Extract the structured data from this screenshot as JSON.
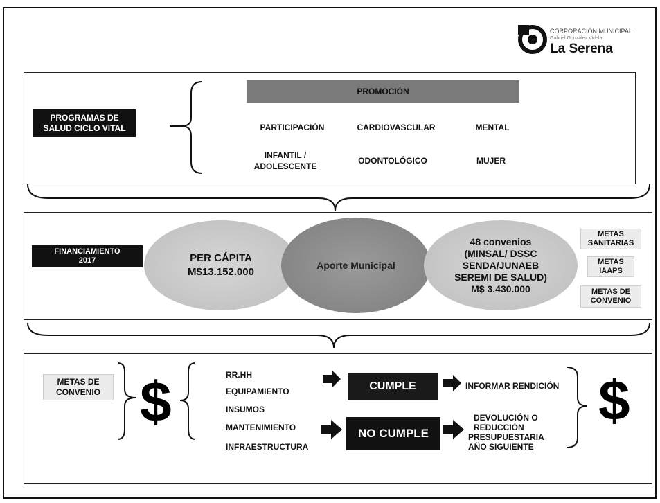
{
  "logo": {
    "line1": "CORPORACIÓN MUNICIPAL",
    "line2": "Gabriel González Videla",
    "line3": "La Serena"
  },
  "section1": {
    "label": "PROGRAMAS DE SALUD CICLO VITAL",
    "header": "PROMOCIÓN",
    "programs": [
      "PARTICIPACIÓN",
      "CARDIOVASCULAR",
      "MENTAL",
      "INFANTIL / ADOLESCENTE",
      "ODONTOLÓGICO",
      "MUJER"
    ]
  },
  "section2": {
    "label": "FINANCIAMIENTO 2017",
    "percapita_title": "PER CÁPITA",
    "percapita_amount": "M$13.152.000",
    "municipal": "Aporte Municipal",
    "convenios_line1": "48 convenios",
    "convenios_line2": "(MINSAL/ DSSC",
    "convenios_line3": "SENDA/JUNAEB",
    "convenios_line4": "SEREMI DE SALUD)",
    "convenios_amount": "M$ 3.430.000",
    "metas": [
      "METAS SANITARIAS",
      "METAS IAAPS",
      "METAS DE CONVENIO"
    ]
  },
  "section3": {
    "metas_label": "METAS DE CONVENIO",
    "dollar": "$",
    "items": [
      "RR.HH",
      "EQUIPAMIENTO",
      "INSUMOS",
      "MANTENIMIENTO",
      "INFRAESTRUCTURA"
    ],
    "cumple": "CUMPLE",
    "no_cumple": "NO CUMPLE",
    "informar": "INFORMAR RENDICIÓN",
    "devolucion_line1": "DEVOLUCIÓN O",
    "devolucion_line2": "REDUCCIÓN",
    "devolucion_line3": "PRESUPUESTARIA",
    "devolucion_line4": "AÑO SIGUIENTE"
  },
  "colors": {
    "dark": "#111111",
    "promo_bar": "#7a7a7a",
    "ellipse_light": "#c9c9c9",
    "ellipse_dark": "#8f8f8f"
  }
}
